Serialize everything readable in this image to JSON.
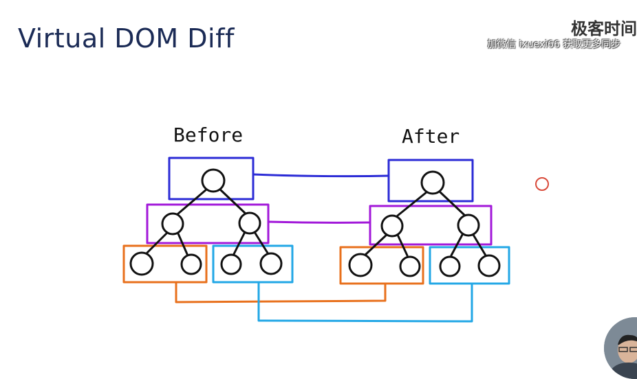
{
  "slide": {
    "title": "Virtual DOM Diff"
  },
  "brand": {
    "name": "极客时间",
    "watermark": "加微信 ixuexi66 获取更多同步"
  },
  "diagram": {
    "before_label": "Before",
    "after_label": "After",
    "colors": {
      "level1": "#2b2bd6",
      "level2": "#a218d9",
      "level3_left": "#e8701c",
      "level3_right": "#22a7e6",
      "node": "#111111",
      "cursor": "#d94a3a"
    }
  },
  "icons": {
    "logo": "brand-logo-icon",
    "cursor": "laser-pointer-icon",
    "presenter": "presenter-video"
  }
}
